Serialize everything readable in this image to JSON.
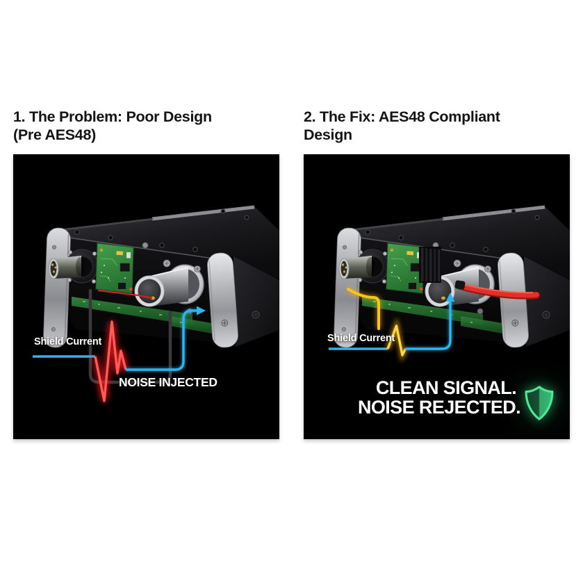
{
  "colors": {
    "page_background": "#ffffff",
    "panel_background": "#000000",
    "title_text": "#141414",
    "label_text": "#ffffff",
    "shield_current_line_blue": "#2eb4ee",
    "noise_waveform_red": "#ff4545",
    "clean_waveform_yellow": "#ffd028",
    "shield_icon_green": "#4ee897",
    "pcb_green": "#2f8039",
    "chassis_silver": "#c6c7ca",
    "signal_cable_red": "#e03028"
  },
  "left_panel": {
    "title_line1": "1. The Problem: Poor Design",
    "title_line2": "(Pre AES48)",
    "shield_current_label": "Shield Current",
    "noise_label": "NOISE INJECTED"
  },
  "right_panel": {
    "title_line1": "2. The Fix: AES48 Compliant",
    "title_line2": "Design",
    "shield_current_label": "Shield Current",
    "result_line1": "CLEAN SIGNAL.",
    "result_line2": "NOISE REJECTED."
  }
}
